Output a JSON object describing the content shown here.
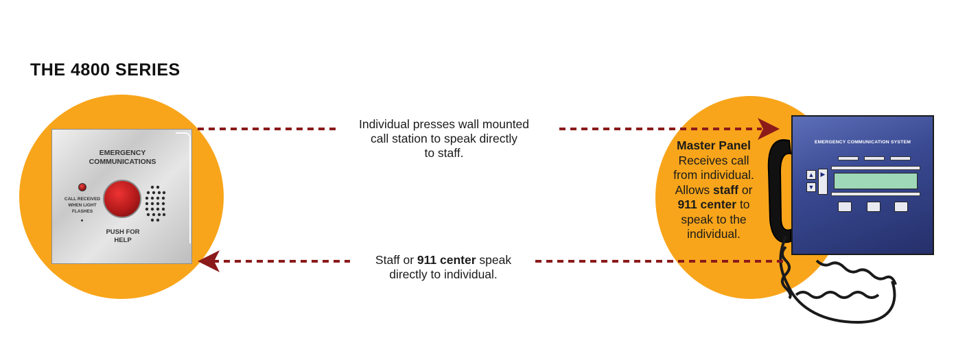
{
  "title": "THE 4800 SERIES",
  "call_station": {
    "heading_line1": "EMERGENCY",
    "heading_line2": "COMMUNICATIONS",
    "led_caption_line1": "CALL RECEIVED",
    "led_caption_line2": "WHEN LIGHT",
    "led_caption_line3": "FLASHES",
    "button_label_line1": "PUSH FOR",
    "button_label_line2": "HELP"
  },
  "top_caption": {
    "line1": "Individual presses wall mounted",
    "line2": "call station to speak directly",
    "line3": "to staff."
  },
  "bottom_caption": {
    "pre": "Staff or ",
    "bold": "911 center",
    "post": " speak",
    "line2": "directly to individual."
  },
  "master_panel": {
    "heading": "EMERGENCY COMMUNICATION SYSTEM"
  },
  "master_text": {
    "title": "Master Panel",
    "line1": "Receives call",
    "line2": "from individual.",
    "line3_pre": "Allows ",
    "line3_bold": "staff",
    "line3_post": " or",
    "line4_bold": "911 center",
    "line4_post": " to",
    "line5": "speak to the",
    "line6": "individual."
  },
  "colors": {
    "circle": "#f8a51b",
    "arrow": "#8b1a1a",
    "panel": "#3a4a93",
    "push_button": "#b31a1a",
    "lcd": "#9ed8b9"
  }
}
